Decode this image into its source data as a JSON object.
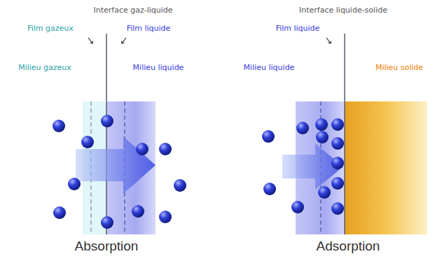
{
  "diagram": {
    "labels": [
      "Interface gaz-liquide",
      "Film gazeux",
      "Film liquide",
      "Milieu gazeux",
      "Milieu liquide",
      "Interface liquide-solide",
      "Film liquide",
      "Milieu liquide",
      "Milieu solide",
      "Absorption",
      "Adsorption"
    ]
  }
}
